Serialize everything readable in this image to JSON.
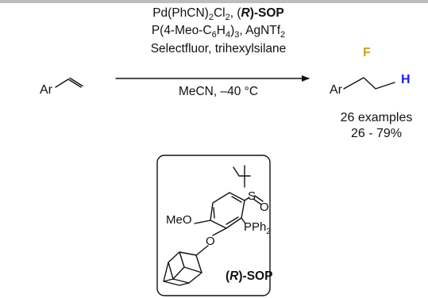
{
  "colors": {
    "top_bar": "#bdbdbd",
    "line": "#111111",
    "fluorine": "#d4a300",
    "hydrogen": "#1a1aff"
  },
  "reaction": {
    "reagents_line1_prefix": "Pd(PhCN)",
    "reagents_line1_sub": "2",
    "reagents_line1_mid": "Cl",
    "reagents_line1_sub2": "2",
    "reagents_line1_sep": ", (",
    "reagents_line1_R": "R",
    "reagents_line1_suffix": ")-SOP",
    "reagents_line2_a": "P(4-Meo-C",
    "reagents_line2_sub1": "6",
    "reagents_line2_b": "H",
    "reagents_line2_sub2": "4",
    "reagents_line2_c": ")",
    "reagents_line2_sub3": "3",
    "reagents_line2_d": ", AgNTf",
    "reagents_line2_sub4": "2",
    "reagents_line3": "Selectfluor, trihexylsilane",
    "conditions": "MeCN, –40 °C",
    "substrate_label": "Ar",
    "product_ar": "Ar",
    "product_f": "F",
    "product_h": "H",
    "examples": "26 examples",
    "yield_range": "26 - 79%"
  },
  "ligand": {
    "S": "S",
    "O_sulfinyl": "O",
    "MeO": "MeO",
    "PPh": "PPh",
    "PPh_sub": "2",
    "O_ether": "O",
    "name_open": "(",
    "name_R": "R",
    "name_close": ")-SOP"
  }
}
